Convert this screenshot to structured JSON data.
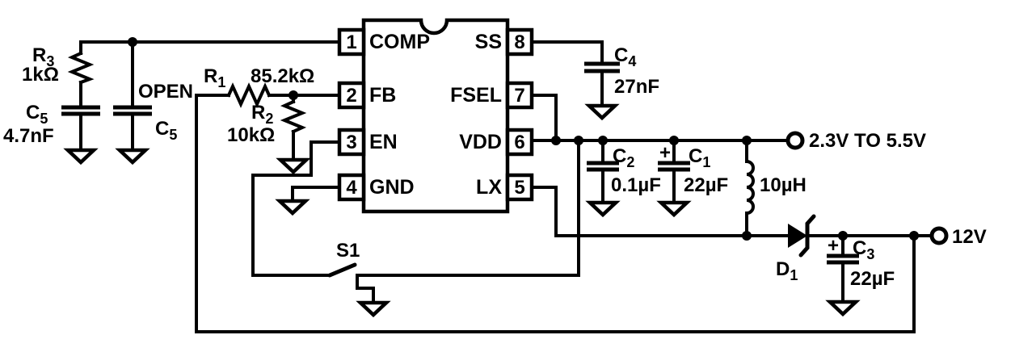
{
  "ic": {
    "left_pins": [
      {
        "number": "1",
        "name": "COMP"
      },
      {
        "number": "2",
        "name": "FB"
      },
      {
        "number": "3",
        "name": "EN"
      },
      {
        "number": "4",
        "name": "GND"
      }
    ],
    "right_pins": [
      {
        "number": "8",
        "name": "SS"
      },
      {
        "number": "7",
        "name": "FSEL"
      },
      {
        "number": "6",
        "name": "VDD"
      },
      {
        "number": "5",
        "name": "LX"
      }
    ]
  },
  "components": {
    "r1": {
      "ref": "R",
      "sub": "1",
      "value": "85.2kΩ"
    },
    "r2": {
      "ref": "R",
      "sub": "2",
      "value": "10kΩ"
    },
    "r3": {
      "ref": "R",
      "sub": "3",
      "value": "1kΩ"
    },
    "c1": {
      "ref": "C",
      "sub": "1",
      "value": "22µF",
      "plus": "+"
    },
    "c2": {
      "ref": "C",
      "sub": "2",
      "value": "0.1µF"
    },
    "c3": {
      "ref": "C",
      "sub": "3",
      "value": "22µF",
      "plus": "+"
    },
    "c4": {
      "ref": "C",
      "sub": "4",
      "value": "27nF"
    },
    "c5a": {
      "ref": "C",
      "sub": "5",
      "value": "4.7nF"
    },
    "c5b": {
      "ref": "C",
      "sub": "5"
    },
    "l1": {
      "value": "10µH"
    },
    "d1": {
      "ref": "D",
      "sub": "1"
    },
    "s1": {
      "label": "S1"
    }
  },
  "annotations": {
    "open": "OPEN"
  },
  "terminals": {
    "input": "2.3V TO 5.5V",
    "output": "12V"
  },
  "colors": {
    "ink": "#000000",
    "background": "#ffffff"
  }
}
